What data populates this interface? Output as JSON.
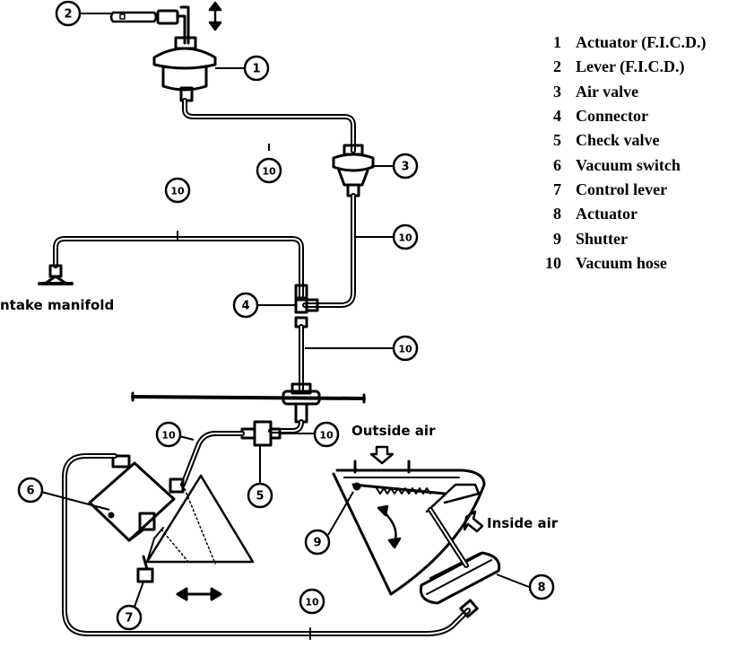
{
  "legend": [
    {
      "num": "1",
      "text": "Actuator (F.I.C.D.)"
    },
    {
      "num": "2",
      "text": "Lever (F.I.C.D.)"
    },
    {
      "num": "3",
      "text": "Air valve"
    },
    {
      "num": "4",
      "text": "Connector"
    },
    {
      "num": "5",
      "text": "Check valve"
    },
    {
      "num": "6",
      "text": "Vacuum switch"
    },
    {
      "num": "7",
      "text": "Control lever"
    },
    {
      "num": "8",
      "text": "Actuator"
    },
    {
      "num": "9",
      "text": "Shutter"
    },
    {
      "num": "10",
      "text": "Vacuum hose"
    }
  ],
  "labels": {
    "intake_manifold": "ntake manifold",
    "outside_air": "Outside air",
    "inside_air": "Inside air"
  },
  "callouts": {
    "c1": "1",
    "c2": "2",
    "c3": "3",
    "c4": "4",
    "c5": "5",
    "c6": "6",
    "c7": "7",
    "c8": "8",
    "c9": "9",
    "c10": "10"
  }
}
